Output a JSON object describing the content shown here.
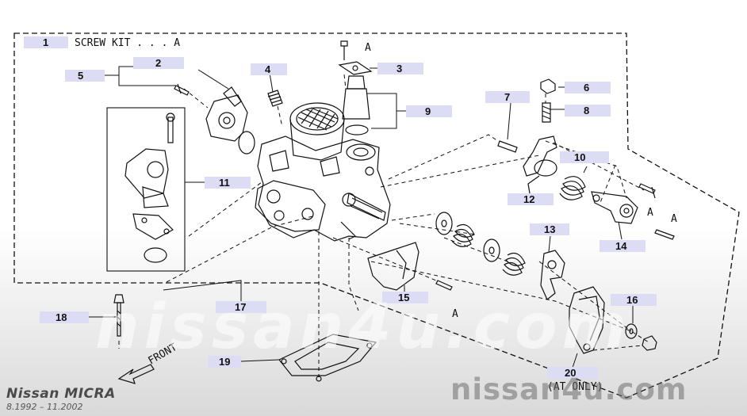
{
  "title_bar": {
    "part_no": "1",
    "title": "SCREW KIT . . . A"
  },
  "callouts": {
    "c2": "2",
    "c3": "3",
    "c4": "4",
    "c5": "5",
    "c6": "6",
    "c7": "7",
    "c8": "8",
    "c9": "9",
    "c10": "10",
    "c11": "11",
    "c12": "12",
    "c13": "13",
    "c14": "14",
    "c15": "15",
    "c16": "16",
    "c17": "17",
    "c18": "18",
    "c19": "19",
    "c20": "20"
  },
  "markers": {
    "a1": "A",
    "a2": "A",
    "a3": "A",
    "a4": "A"
  },
  "notes": {
    "at_only": "(AT ONLY)",
    "front": "FRONT"
  },
  "footer": {
    "brand": "Nissan MICRA",
    "dates": "8.1992 – 11.2002"
  },
  "watermarks": {
    "big": "nissan4u.com",
    "small": "nissan4u.com"
  },
  "colors": {
    "badge": "#dcdcf5",
    "ink": "#111111"
  }
}
